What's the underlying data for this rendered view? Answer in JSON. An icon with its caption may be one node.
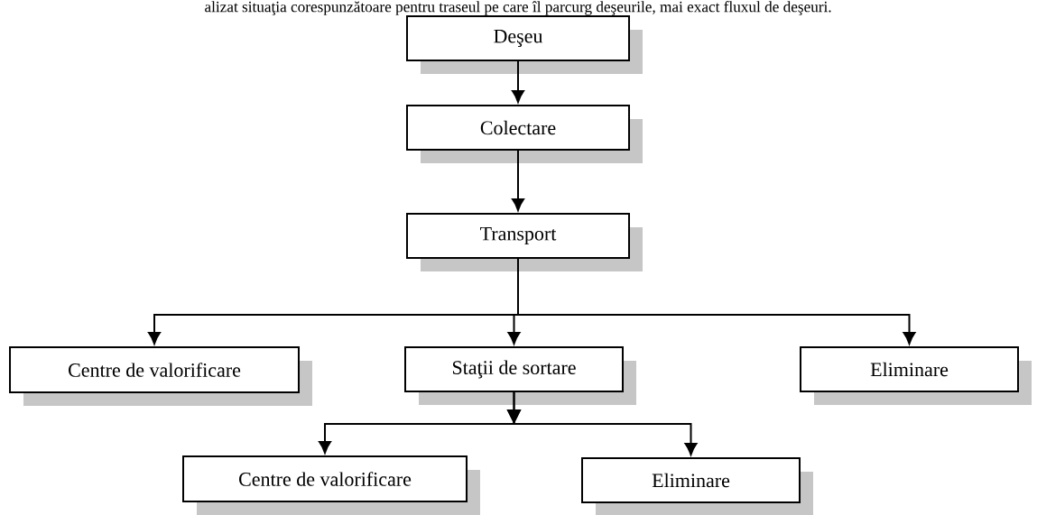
{
  "diagram": {
    "nodes": [
      {
        "text": [
          "Deşeu"
        ]
      },
      {
        "text": [
          "Colectare"
        ]
      },
      {
        "text": [
          "Transport"
        ]
      },
      {
        "text": [
          "Centre de valorificare"
        ]
      },
      {
        "text": [
          "Staţii de sortare"
        ]
      },
      {
        "text": [
          "Eliminare"
        ]
      },
      {
        "text": [
          "Centre de valorificare"
        ]
      },
      {
        "text": [
          "Eliminare"
        ]
      }
    ],
    "edges": [
      {
        "from": 0,
        "to": 1,
        "arrow": "to"
      },
      {
        "from": 1,
        "to": 2,
        "arrow": "to"
      },
      {
        "from": 2,
        "to": 3,
        "arrow": "to"
      },
      {
        "from": 2,
        "to": 4,
        "arrow": "to"
      },
      {
        "from": 2,
        "to": 5,
        "arrow": "to"
      },
      {
        "from": 4,
        "to": 6,
        "arrow": "to"
      },
      {
        "from": 4,
        "to": 7,
        "arrow": "to"
      }
    ],
    "labels": [
      "alizat situaţia corespunzătoare pentru traseul pe care îl parcurg deşeurile, mai exact fluxul de deşeuri."
    ]
  }
}
